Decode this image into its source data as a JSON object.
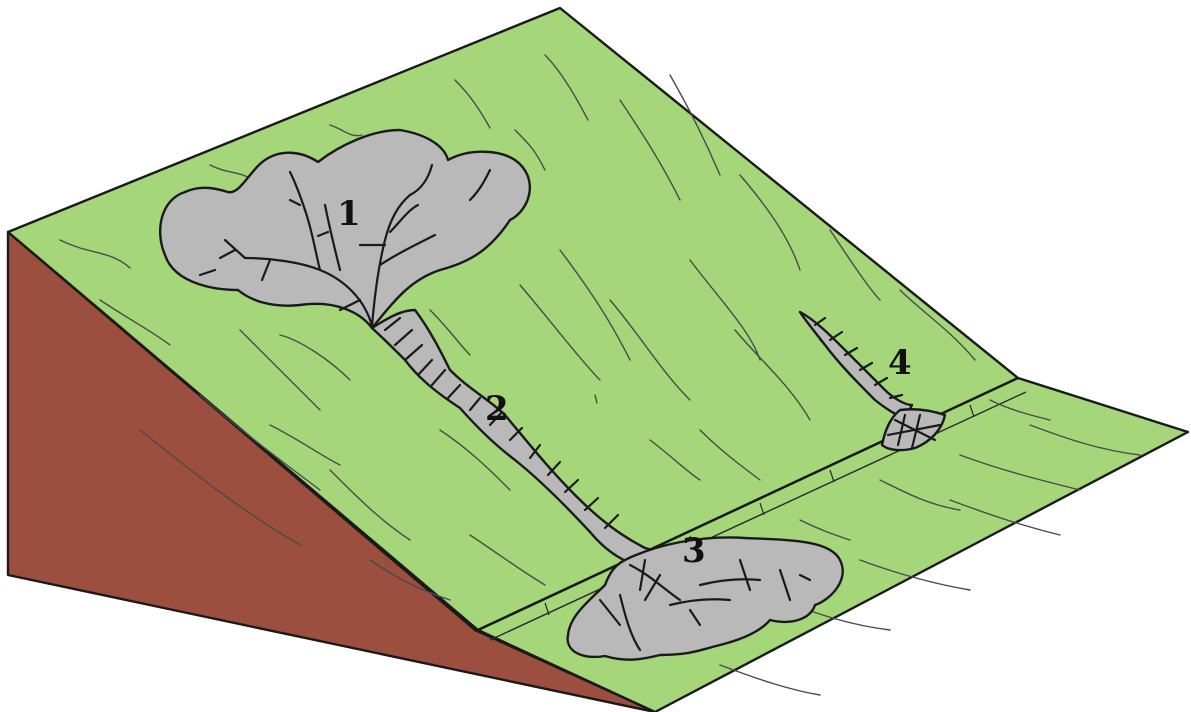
{
  "colors": {
    "slope_surface": "#a5d77a",
    "flat_surface": "#a5d77a",
    "soil_face": "#9c4e3f",
    "flow_fill": "#b9b9b9",
    "outline": "#1a1a1a"
  },
  "labels": {
    "zone_1": "1",
    "zone_2": "2",
    "zone_3": "3",
    "zone_4": "4"
  }
}
